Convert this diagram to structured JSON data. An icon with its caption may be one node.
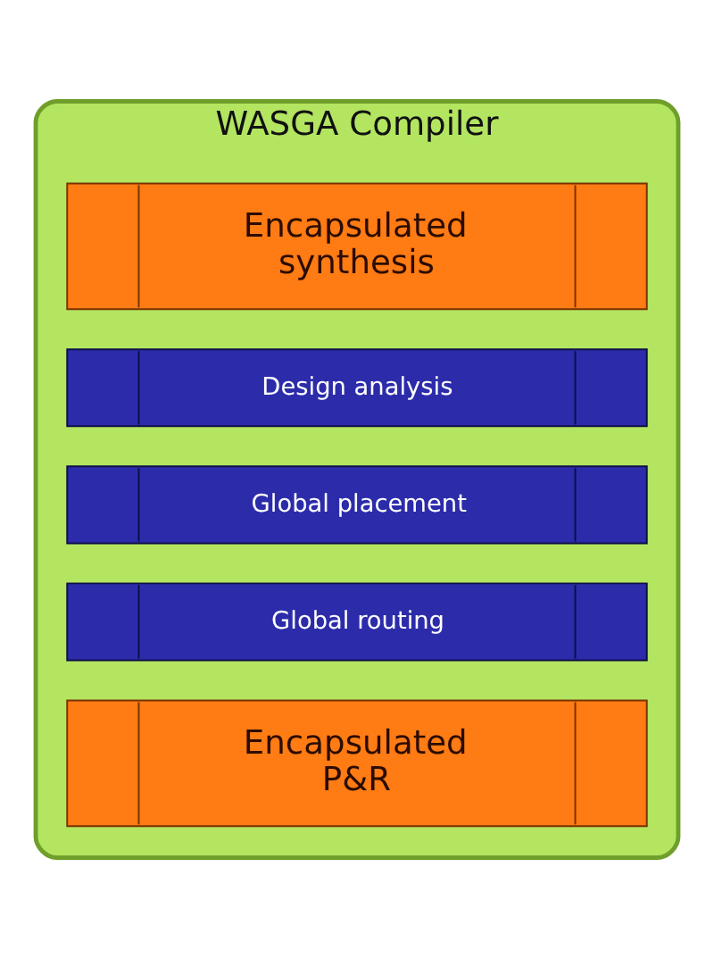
{
  "diagram": {
    "nodes": [
      {
        "text": [
          "WASGA Compiler"
        ]
      },
      {
        "text": [
          "Encapsulated synthesis"
        ],
        "in": 0
      },
      {
        "text": [
          "Design analysis"
        ],
        "in": 0
      },
      {
        "text": [
          "Global placement"
        ],
        "in": 0
      },
      {
        "text": [
          "Global routing"
        ],
        "in": 0
      },
      {
        "text": [
          "Encapsulated P&R"
        ],
        "in": 0
      }
    ]
  }
}
